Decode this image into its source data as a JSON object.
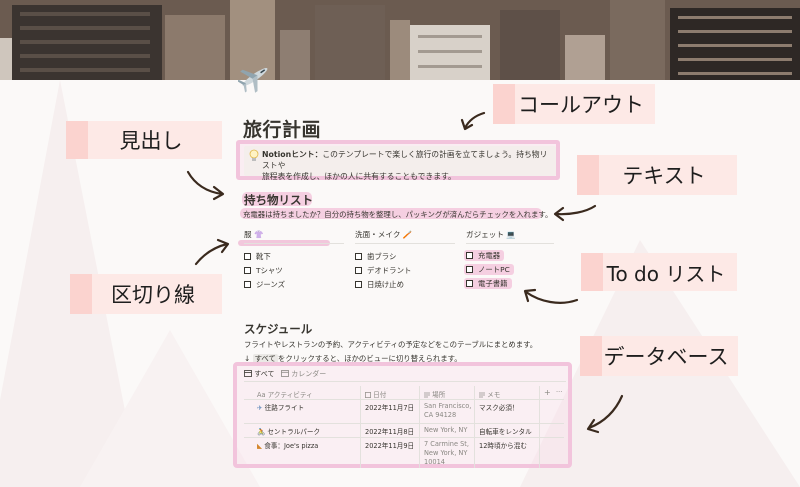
{
  "page": {
    "icon": "airplane-emoji",
    "title": "旅行計画",
    "callout": {
      "icon": "lightbulb-icon",
      "bold": "Notionヒント：",
      "line1": "このテンプレートで楽しく旅行の計画を立てましょう。持ち物リストや",
      "line2": "旅程表を作成し、ほかの人に共有することもできます。"
    },
    "packing": {
      "heading": "持ち物リスト",
      "description": "充電器は持ちましたか？自分の持ち物を整理し、パッキングが済んだらチェックを入れます。",
      "columns": [
        {
          "title": "服 👚",
          "items": [
            "靴下",
            "Tシャツ",
            "ジーンズ"
          ]
        },
        {
          "title": "洗面・メイク 🪥",
          "items": [
            "歯ブラシ",
            "デオドラント",
            "日焼け止め"
          ]
        },
        {
          "title": "ガジェット 💻",
          "items": [
            "充電器",
            "ノートPC",
            "電子書籍"
          ]
        }
      ]
    },
    "schedule": {
      "heading": "スケジュール",
      "description": "フライトやレストランの予約、アクティビティの予定などをこのテーブルにまとめます。",
      "hint_arrow": "↓",
      "hint_tag": "すべて",
      "hint_rest": "をクリックすると、ほかのビューに切り替えられます。",
      "tabs": [
        {
          "icon": "table-icon",
          "label": "すべて"
        },
        {
          "icon": "calendar-icon",
          "label": "カレンダー"
        }
      ],
      "table": {
        "headers": [
          "Aa アクティビティ",
          "日付",
          "場所",
          "メモ"
        ],
        "add_symbol": "+",
        "more_symbol": "···",
        "rows": [
          {
            "emoji": "airplane",
            "activity": "往路フライト",
            "date": "2022年11月7日",
            "place1": "San Francisco,",
            "place2": "CA 94128",
            "place3": "",
            "memo": "マスク必須！"
          },
          {
            "emoji": "person-cycling",
            "activity": "セントラルパーク",
            "date": "2022年11月8日",
            "place1": "New York, NY",
            "place2": "",
            "place3": "",
            "memo": "自転車をレンタル"
          },
          {
            "emoji": "pizza",
            "activity": "食事：Joe's pizza",
            "date": "2022年11月9日",
            "place1": "7 Carmine St,",
            "place2": "New York, NY",
            "place3": "10014",
            "memo": "12時頃から混む"
          }
        ]
      }
    }
  },
  "annotations": {
    "callout": "コールアウト",
    "heading": "見出し",
    "text": "テキスト",
    "divider": "区切り線",
    "todo": "To do リスト",
    "database": "データベース"
  },
  "colors": {
    "highlight_pink": "#f5cfe1",
    "label_bg": "#fde9e6",
    "label_stripe": "#fbd3cf",
    "text": "#37352f",
    "muted": "#8a8883"
  }
}
